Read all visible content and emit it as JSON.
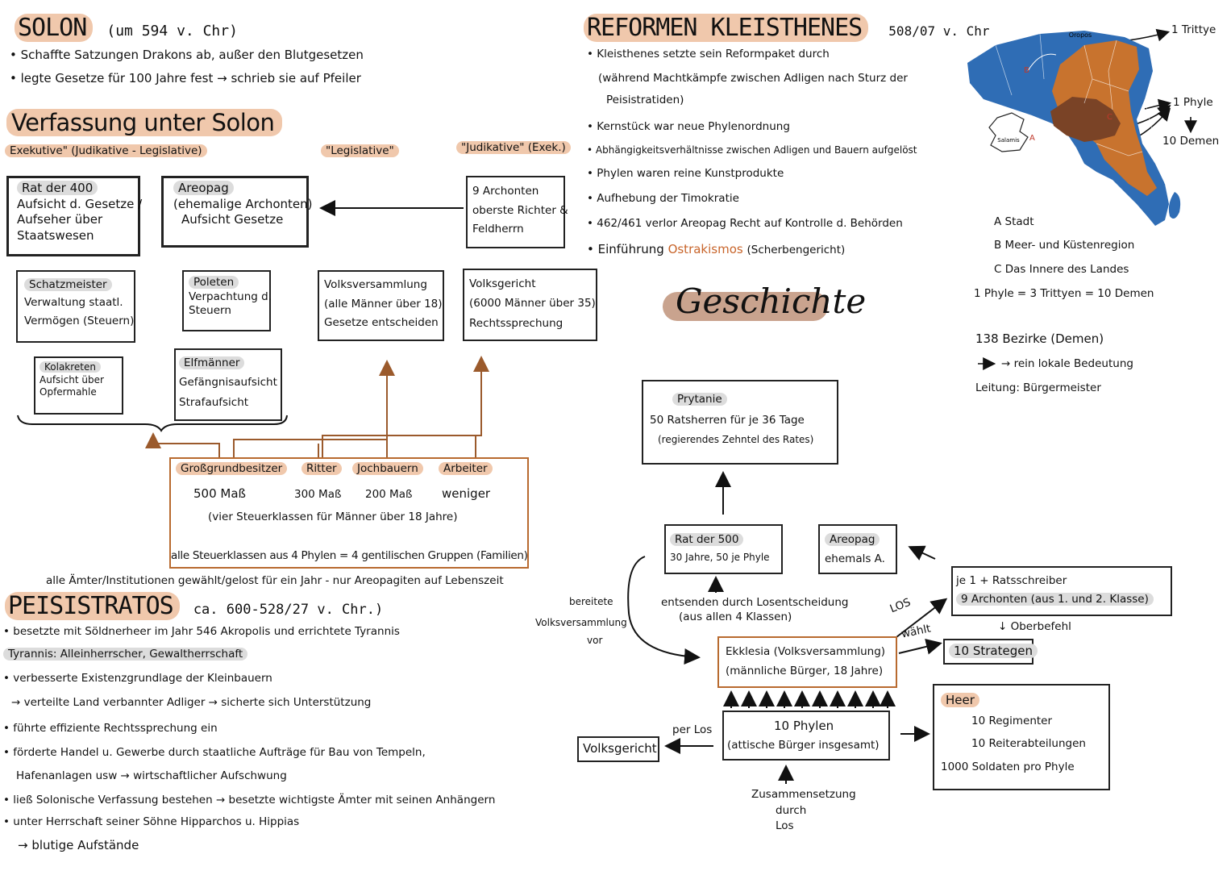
{
  "solon": {
    "title": "SOLON",
    "date": "(um 594 v. Chr)",
    "bullets": [
      "Schaffte Satzungen Drakons ab, außer den Blutgesetzen",
      "legte Gesetze für 100 Jahre fest → schrieb sie auf Pfeiler"
    ]
  },
  "verfassung": {
    "title": "Verfassung unter Solon",
    "col1": "Exekutive\" (Judikative - Legislative)",
    "col2": "\"Legislative\"",
    "col3": "\"Judikative\" (Exek.)",
    "rat400": [
      "Rat der 400",
      "Aufsicht d. Gesetze /",
      "Aufseher über",
      "Staatswesen"
    ],
    "areopag": [
      "Areopag",
      "(ehemalige Archonten)",
      "Aufsicht Gesetze"
    ],
    "archonten": [
      "9 Archonten",
      "oberste Richter &",
      "Feldherrn"
    ],
    "schatz": [
      "Schatzmeister",
      "Verwaltung staatl.",
      "Vermögen (Steuern)"
    ],
    "poleten": [
      "Poleten",
      "Verpachtung d.",
      "Steuern"
    ],
    "volksvers": [
      "Volksversammlung",
      "(alle Männer über 18)",
      "Gesetze entscheiden"
    ],
    "volksgericht": [
      "Volksgericht",
      "(6000 Männer über 35)",
      "Rechtssprechung"
    ],
    "kolakreten": [
      "Kolakreten",
      "Aufsicht über",
      "Opfermahle"
    ],
    "elfmaenner": [
      "Elfmänner",
      "Gefängnisaufsicht",
      "Strafaufsicht"
    ],
    "classes": [
      {
        "name": "Großgrundbesitzer",
        "val": "500 Maß"
      },
      {
        "name": "Ritter",
        "val": "300 Maß"
      },
      {
        "name": "Jochbauern",
        "val": "200 Maß"
      },
      {
        "name": "Arbeiter",
        "val": "weniger"
      }
    ],
    "classes_note": "(vier Steuerklassen für Männer über 18 Jahre)",
    "phylen_note": "alle Steuerklassen aus 4 Phylen = 4 gentilischen Gruppen (Familien)",
    "aemter": "alle Ämter/Institutionen gewählt/gelost für ein Jahr - nur Areopagiten auf Lebenszeit"
  },
  "peisistratos": {
    "title": "PEISISTRATOS",
    "date": "ca. 600-528/27 v. Chr.)",
    "l1": "besetzte mit Söldnerheer im Jahr 546 Akropolis und errichtete Tyrannis",
    "tyrannis": "Tyrannis: Alleinherrscher, Gewaltherrschaft",
    "l2": "verbesserte Existenzgrundlage der Kleinbauern",
    "l3": "→ verteilte Land verbannter Adliger → sicherte sich Unterstützung",
    "l4": "führte effiziente Rechtssprechung ein",
    "l5": "förderte Handel u. Gewerbe durch staatliche Aufträge für Bau von Tempeln,",
    "l6": "Hafenanlagen usw → wirtschaftlicher Aufschwung",
    "l7": "ließ Solonische Verfassung bestehen → besetzte wichtigste Ämter mit seinen Anhängern",
    "l8": "unter Herrschaft seiner Söhne Hipparchos u. Hippias",
    "l9": "→ blutige Aufstände"
  },
  "kleisthenes": {
    "title": "REFORMEN KLEISTHENES",
    "date": "508/07 v. Chr",
    "l1": "Kleisthenes setzte sein Reformpaket durch",
    "l2": "(während Machtkämpfe zwischen Adligen nach Sturz der",
    "l3": "Peisistratiden)",
    "l4": "Kernstück war neue Phylenordnung",
    "l5": "Abhängigkeitsverhältnisse zwischen Adligen und Bauern aufgelöst",
    "l6": "Phylen waren reine Kunstprodukte",
    "l7": "Aufhebung der Timokratie",
    "l8": "462/461 verlor Areopag Recht auf Kontrolle d. Behörden",
    "l9a": "Einführung",
    "l9b": "Ostrakismos",
    "l9c": "(Scherbengericht)"
  },
  "map": {
    "oropos": "Oropos",
    "salamis": "Salamis",
    "trittye": "1 Trittye",
    "phyle": "1 Phyle",
    "demen": "10 Demen",
    "legend": [
      "A Stadt",
      "B Meer- und Küstenregion",
      "C Das Innere des Landes",
      "1 Phyle = 3 Trittyen = 10 Demen"
    ],
    "bezirke": [
      "138 Bezirke (Demen)",
      "→ rein lokale Bedeutung",
      "Leitung: Bürgermeister"
    ],
    "colors": {
      "blue": "#2f6db5",
      "orange": "#c8732e",
      "brown": "#7a4326"
    }
  },
  "geschichte": {
    "title": "Geschichte",
    "prytanie": [
      "Prytanie",
      "50 Ratsherren für je 36 Tage",
      "(regierendes Zehntel des Rates)"
    ],
    "rat500": [
      "Rat der 500",
      "30 Jahre, 50 je Phyle"
    ],
    "areopag": [
      "Areopag",
      "ehemals A."
    ],
    "archonten": [
      "je 1 + Ratsschreiber",
      "9 Archonten (aus 1. und 2. Klasse)"
    ],
    "oberbefehl": "↓ Oberbefehl",
    "strategen": "10 Strategen",
    "ekklesia": [
      "Ekklesia (Volksversammlung)",
      "(männliche Bürger, 18 Jahre)"
    ],
    "phylen": [
      "10 Phylen",
      "(attische Bürger insgesamt)"
    ],
    "heer": [
      "Heer",
      "10 Regimenter",
      "10 Reiterabteilungen",
      "1000 Soldaten pro Phyle"
    ],
    "volksgericht": "Volksgericht",
    "bereitete": [
      "bereitete",
      "Volksversammlung",
      "vor"
    ],
    "entsenden": [
      "entsenden durch Losentscheidung",
      "(aus allen 4 Klassen)"
    ],
    "los": "LOS",
    "waehlt": "wählt",
    "perlos": "per Los",
    "zusammen": [
      "Zusammensetzung",
      "durch",
      "Los"
    ]
  }
}
